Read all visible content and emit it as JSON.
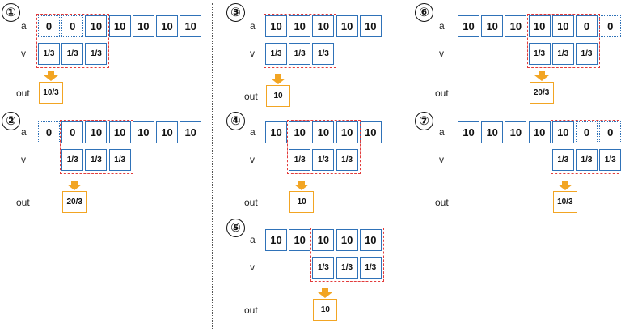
{
  "labels": {
    "a": "a",
    "v": "v",
    "out": "out"
  },
  "colors": {
    "cell_border": "#2f72b8",
    "window": "#e23c3c",
    "output": "#f2a523"
  },
  "steps": [
    {
      "marker": "①",
      "a": [
        "0",
        "0",
        "10",
        "10",
        "10",
        "10",
        "10"
      ],
      "a_dotted": [
        0,
        1
      ],
      "v": [
        "1/3",
        "1/3",
        "1/3"
      ],
      "window_start": 0,
      "out": "10/3"
    },
    {
      "marker": "②",
      "a": [
        "0",
        "0",
        "10",
        "10",
        "10",
        "10",
        "10"
      ],
      "a_dotted": [
        0
      ],
      "v": [
        "1/3",
        "1/3",
        "1/3"
      ],
      "window_start": 1,
      "out": "20/3"
    },
    {
      "marker": "③",
      "a": [
        "10",
        "10",
        "10",
        "10",
        "10"
      ],
      "a_dotted": [],
      "v": [
        "1/3",
        "1/3",
        "1/3"
      ],
      "window_start": 0,
      "out": "10"
    },
    {
      "marker": "④",
      "a": [
        "10",
        "10",
        "10",
        "10",
        "10"
      ],
      "a_dotted": [],
      "v": [
        "1/3",
        "1/3",
        "1/3"
      ],
      "window_start": 1,
      "out": "10"
    },
    {
      "marker": "⑤",
      "a": [
        "10",
        "10",
        "10",
        "10",
        "10"
      ],
      "a_dotted": [],
      "v": [
        "1/3",
        "1/3",
        "1/3"
      ],
      "window_start": 2,
      "out": "10"
    },
    {
      "marker": "⑥",
      "a": [
        "10",
        "10",
        "10",
        "10",
        "10",
        "0",
        "0"
      ],
      "a_dotted": [
        6
      ],
      "v": [
        "1/3",
        "1/3",
        "1/3"
      ],
      "window_start": 3,
      "out": "20/3"
    },
    {
      "marker": "⑦",
      "a": [
        "10",
        "10",
        "10",
        "10",
        "10",
        "0",
        "0"
      ],
      "a_dotted": [
        5,
        6
      ],
      "v": [
        "1/3",
        "1/3",
        "1/3"
      ],
      "window_start": 4,
      "out": "10/3"
    }
  ]
}
